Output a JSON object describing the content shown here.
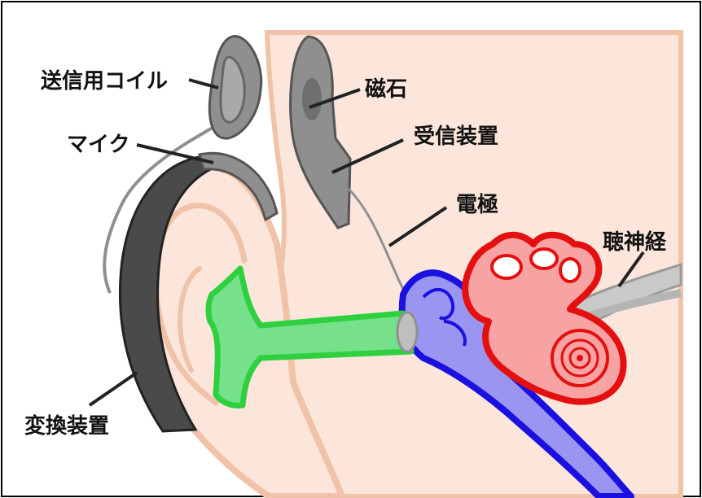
{
  "labels": {
    "transmit_coil": "送信用コイル",
    "magnet": "磁石",
    "microphone": "マイク",
    "receiver": "受信装置",
    "electrode": "電極",
    "auditory_nerve": "聴神経",
    "processor": "変換装置"
  },
  "colors": {
    "skin": "#fce6dc",
    "skin_outline": "#f0c2a8",
    "device_gray": "#8f8f8f",
    "device_dark": "#4a4a4a",
    "ear_canal": "#77e08a",
    "ear_canal_outline": "#2fd03f",
    "middle_ear": "#9a95f0",
    "middle_ear_outline": "#1a10e0",
    "cochlea": "#f7a3a3",
    "cochlea_outline": "#e41010",
    "nerve": "#c9c9c9"
  }
}
